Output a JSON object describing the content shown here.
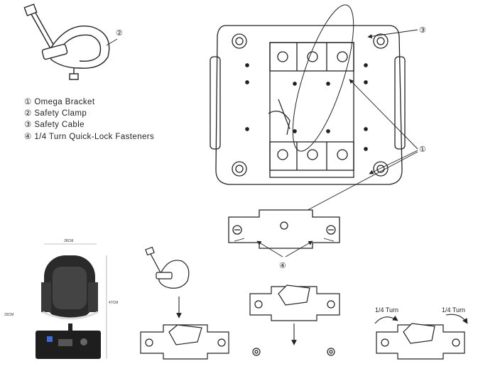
{
  "legend": {
    "items": [
      {
        "num": "①",
        "text": "Omega Bracket"
      },
      {
        "num": "②",
        "text": "Safety Clamp"
      },
      {
        "num": "③",
        "text": "Safety Cable"
      },
      {
        "num": "④",
        "text": "1/4 Turn Quick-Lock Fasteners"
      }
    ]
  },
  "callouts": {
    "clamp": "②",
    "cable": "③",
    "bracket": "①",
    "fasteners": "④"
  },
  "dimensions": {
    "width": "28CM",
    "height": "47CM",
    "base": "33CM"
  },
  "turn_labels": {
    "left": "1/4 Turn",
    "right": "1/4 Turn"
  }
}
